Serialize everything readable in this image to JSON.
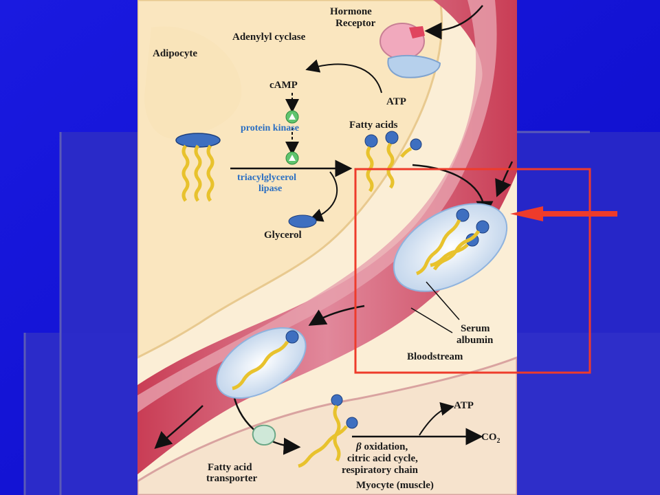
{
  "slide": {
    "background_color": "#1010d8",
    "highlight_color": "#ee3b2b"
  },
  "labels": {
    "hormone": "Hormone",
    "receptor": "Receptor",
    "adenylyl_cyclase": "Adenylyl cyclase",
    "adipocyte": "Adipocyte",
    "camp": "cAMP",
    "atp_top": "ATP",
    "protein_kinase": "protein kinase",
    "fatty_acids": "Fatty acids",
    "tag_lipase_line1": "triacylglycerol",
    "tag_lipase_line2": "lipase",
    "glycerol": "Glycerol",
    "serum": "Serum",
    "albumin": "albumin",
    "bloodstream": "Bloodstream",
    "atp_bottom": "ATP",
    "co2": "CO",
    "co2_sub": "2",
    "beta": "β",
    "beta_oxidation": " oxidation,",
    "citric_acid_cycle": "citric acid cycle,",
    "respiratory_chain": "respiratory chain",
    "fa_transporter_line1": "Fatty acid",
    "fa_transporter_line2": "transporter",
    "myocyte": "Myocyte (muscle)"
  }
}
